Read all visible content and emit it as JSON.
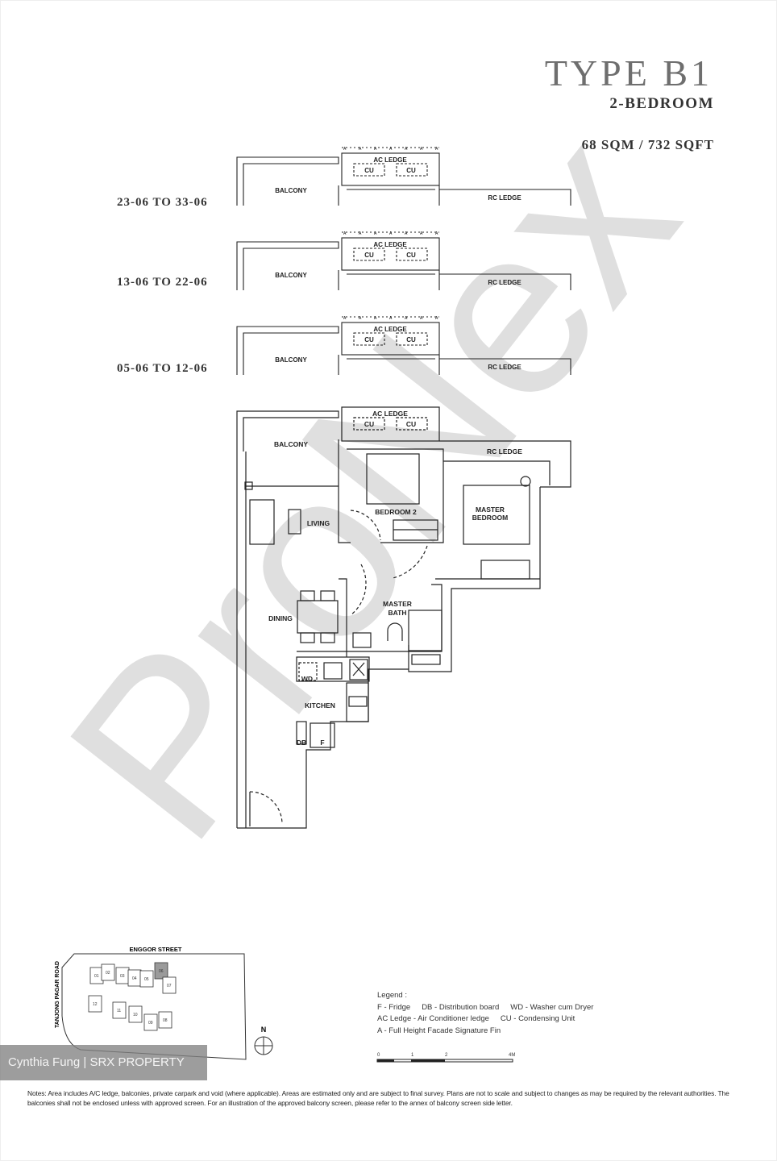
{
  "header": {
    "type_title": "TYPE B1",
    "bedrooms": "2-BEDROOM",
    "area": "68 SQM / 732 SQFT"
  },
  "tiers": [
    {
      "label": "23-06 TO 33-06"
    },
    {
      "label": "13-06 TO 22-06"
    },
    {
      "label": "05-06 TO 12-06"
    }
  ],
  "tier_labels": {
    "ac_ledge": "AC LEDGE",
    "cu": "CU",
    "balcony": "BALCONY",
    "rc_ledge": "RC LEDGE",
    "fin": "A"
  },
  "plan": {
    "balcony": "BALCONY",
    "ac_ledge": "AC LEDGE",
    "cu": "CU",
    "rc_ledge": "RC LEDGE",
    "bedroom2": "BEDROOM 2",
    "master_bedroom_1": "MASTER",
    "master_bedroom_2": "BEDROOM",
    "living": "LIVING",
    "dining": "DINING",
    "master_bath_1": "MASTER",
    "master_bath_2": "BATH",
    "wd": "WD",
    "kitchen": "KITCHEN",
    "db": "DB",
    "fridge": "F"
  },
  "watermark": "ProNex",
  "site_plan": {
    "street_top": "ENGGOR STREET",
    "street_left": "TANJONG PAGAR ROAD",
    "units": [
      "01",
      "02",
      "03",
      "04",
      "05",
      "06",
      "07",
      "08",
      "09",
      "10",
      "11",
      "12"
    ],
    "highlighted_unit": "06",
    "compass": "N"
  },
  "legend": {
    "title": "Legend :",
    "items": [
      "F - Fridge",
      "DB - Distribution board",
      "WD - Washer cum Dryer",
      "AC Ledge - Air Conditioner ledge",
      "CU - Condensing Unit",
      "A - Full Height Facade Signature Fin"
    ]
  },
  "scale_bar": {
    "ticks": [
      "0",
      "1",
      "2",
      "4M"
    ]
  },
  "notes": "Notes: Area includes A/C ledge, balconies, private carpark and void (where applicable). Areas are estimated only and are subject to final survey. Plans are not to scale and subject to changes as may be required by the relevant authorities. The balconies shall not be enclosed unless with approved screen. For an illustration of the approved balcony screen, please refer to the annex of balcony screen side letter.",
  "credit": "Cynthia Fung | SRX PROPERTY",
  "colors": {
    "highlight_unit": "#9a9a9a",
    "watermark": "#d9d9d9",
    "credit_bar": "#828282"
  }
}
